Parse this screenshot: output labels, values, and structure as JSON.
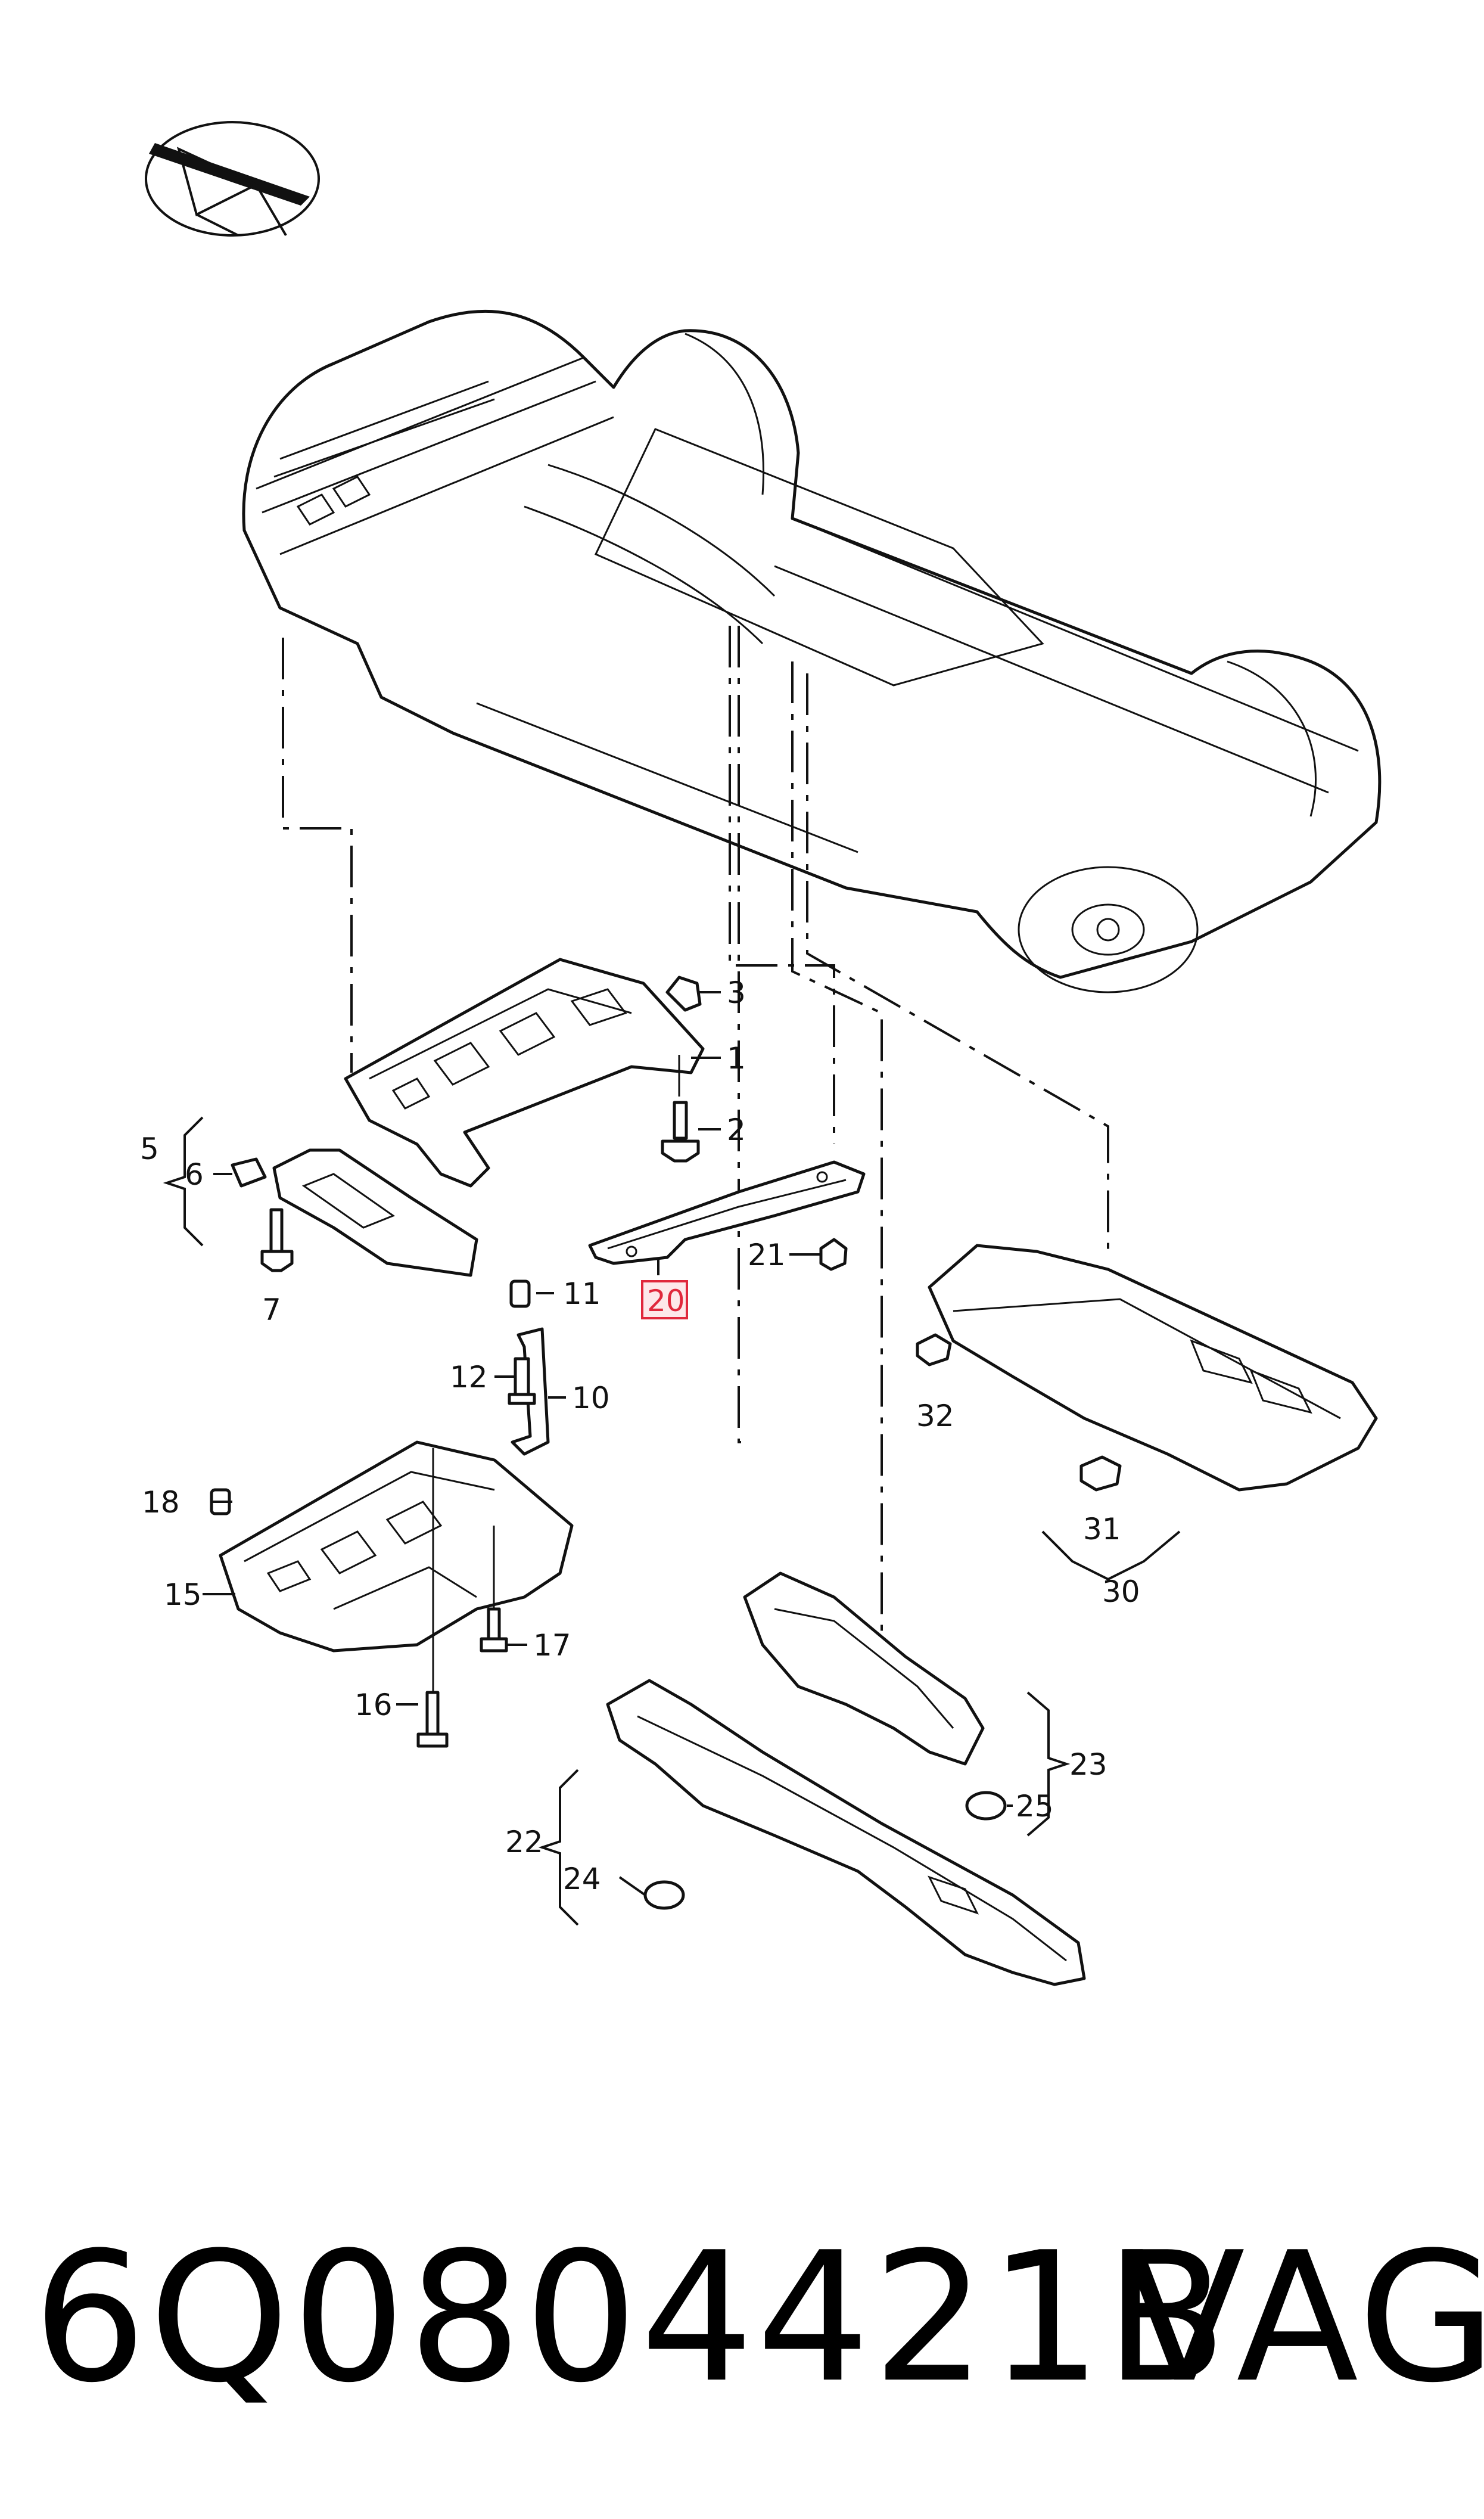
{
  "diagram": {
    "highlighted_part": "20",
    "callouts": [
      {
        "id": "1",
        "label": "1"
      },
      {
        "id": "2",
        "label": "2"
      },
      {
        "id": "3",
        "label": "3"
      },
      {
        "id": "5",
        "label": "5"
      },
      {
        "id": "6",
        "label": "6"
      },
      {
        "id": "7",
        "label": "7"
      },
      {
        "id": "10",
        "label": "10"
      },
      {
        "id": "11",
        "label": "11"
      },
      {
        "id": "12",
        "label": "12"
      },
      {
        "id": "15",
        "label": "15"
      },
      {
        "id": "16",
        "label": "16"
      },
      {
        "id": "17",
        "label": "17"
      },
      {
        "id": "18",
        "label": "18"
      },
      {
        "id": "20",
        "label": "20"
      },
      {
        "id": "21",
        "label": "21"
      },
      {
        "id": "22",
        "label": "22"
      },
      {
        "id": "23",
        "label": "23"
      },
      {
        "id": "24",
        "label": "24"
      },
      {
        "id": "25",
        "label": "25"
      },
      {
        "id": "30",
        "label": "30"
      },
      {
        "id": "31",
        "label": "31"
      },
      {
        "id": "32",
        "label": "32"
      }
    ]
  },
  "footer": {
    "part_number": "6Q0804421B",
    "brand": "VAG"
  }
}
